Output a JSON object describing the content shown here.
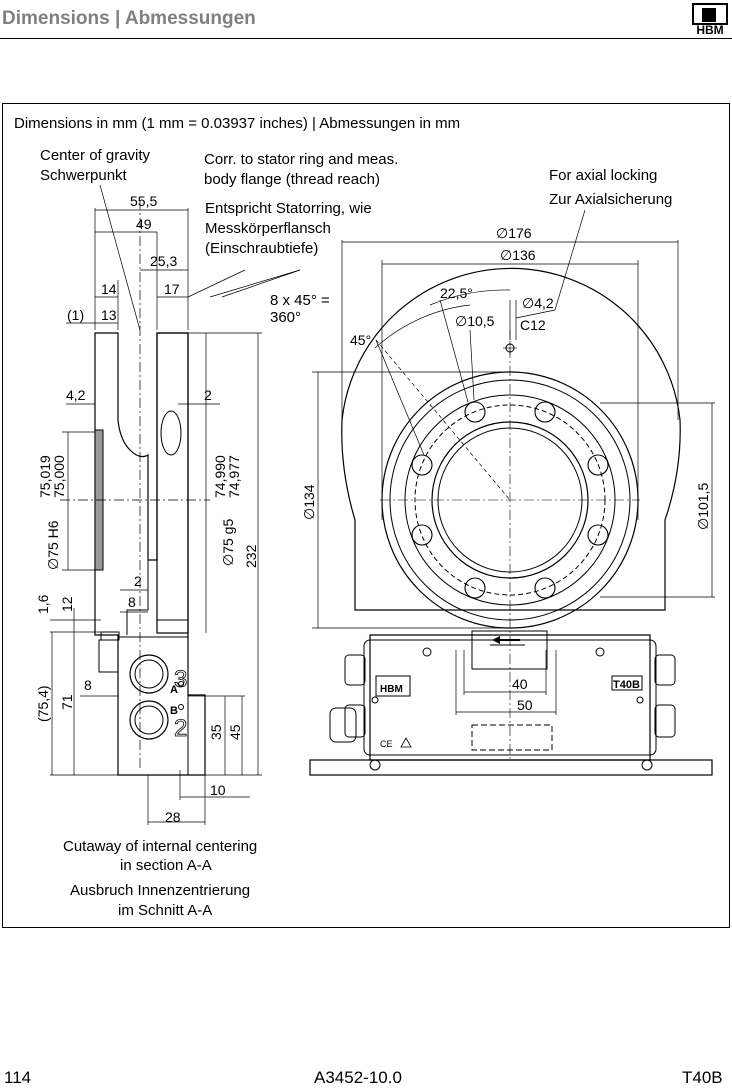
{
  "header": {
    "title": "Dimensions | Abmessungen",
    "logo_text": "HBM"
  },
  "frame": {
    "caption": "Dimensions in mm (1 mm = 0.03937 inches) | Abmessungen in mm"
  },
  "labels": {
    "center_gravity_en": "Center of gravity",
    "center_gravity_de": "Schwerpunkt",
    "corr_stator_1": "Corr. to stator ring and meas.",
    "corr_stator_2": "body flange (thread reach)",
    "entspricht_1": "Entspricht Statorring, wie",
    "entspricht_2": "Messkörperflansch",
    "entspricht_3": "(Einschraubtiefe)",
    "axial_en": "For axial locking",
    "axial_de": "Zur Axialsicherung",
    "angle_note_1": "8 x 45° =",
    "angle_note_2": "360°",
    "cutaway_en_1": "Cutaway of internal centering",
    "cutaway_en_2": "in section A-A",
    "cutaway_de_1": "Ausbruch Innenzentrierung",
    "cutaway_de_2": "im Schnitt A-A"
  },
  "dimensions": {
    "d55_5": "55,5",
    "d49": "49",
    "d25_3": "25,3",
    "d14": "14",
    "d17": "17",
    "d1": "(1)",
    "d13": "13",
    "d4_2": "4,2",
    "d2a": "2",
    "d2b": "2",
    "d8a": "8",
    "d8b": "8",
    "d1_6": "1,6",
    "d12": "12",
    "d75_4": "(75,4)",
    "d71": "71",
    "d35": "35",
    "d45": "45",
    "d10": "10",
    "d28": "28",
    "d232": "232",
    "bore_h6": "∅75 H6",
    "bore_h6_tol_hi": "75,019",
    "bore_h6_tol_lo": "75,000",
    "shaft_g5": "∅75 g5",
    "shaft_g5_tol_hi": "74,990",
    "shaft_g5_tol_lo": "74,977",
    "dia176": "∅176",
    "dia136": "∅136",
    "ang22_5": "22,5°",
    "dia4_2": "∅4,2",
    "dia10_5": "∅10,5",
    "c12": "C12",
    "ang45": "45°",
    "dia134": "∅134",
    "dia101_5": "∅101,5",
    "d40": "40",
    "d50": "50",
    "conn_a": "A",
    "conn_b": "B",
    "conn_3": "3",
    "conn_2": "2",
    "plate_hbm": "HBM",
    "plate_model": "T40B",
    "plate_ce": "CE"
  },
  "footer": {
    "page_number": "114",
    "doc_id": "A3452-10.0",
    "product": "T40B"
  }
}
